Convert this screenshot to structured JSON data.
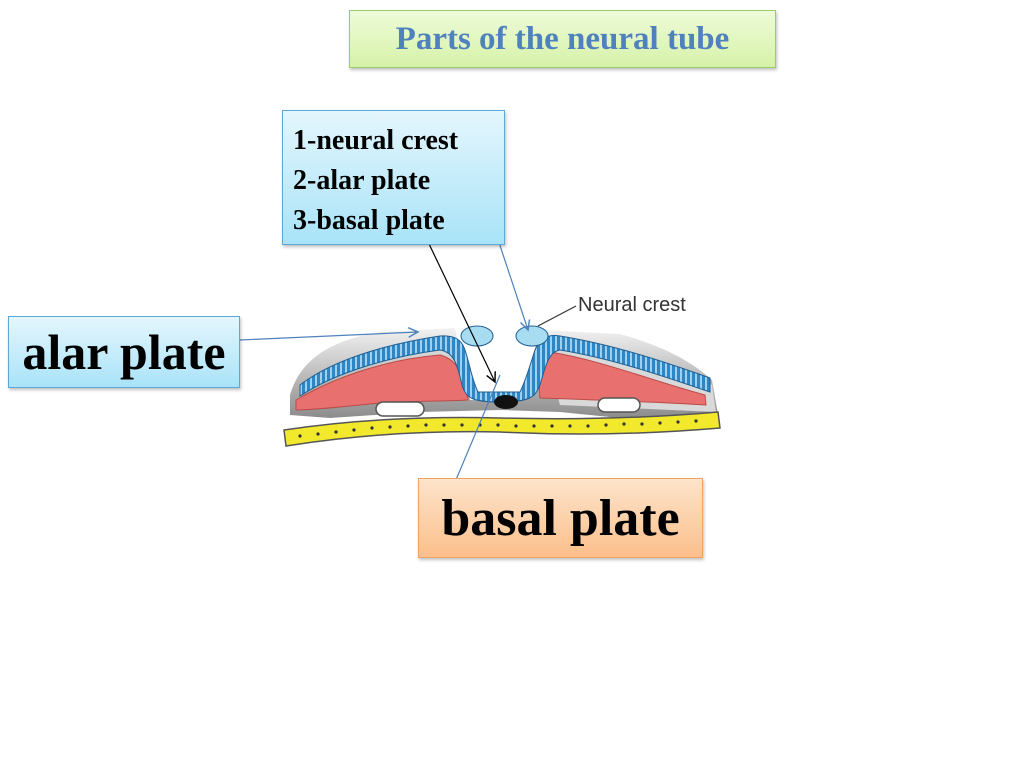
{
  "slide": {
    "title": "Parts of the neural tube",
    "legend": [
      "1-neural crest",
      "2-alar plate",
      "3-basal plate"
    ],
    "callouts": {
      "alar": "alar plate",
      "basal": "basal plate"
    },
    "figure": {
      "neural_crest_label": "Neural crest"
    }
  },
  "colors": {
    "title_text": "#4f81bd",
    "title_fill": "#d6f2a8",
    "legend_fill": "#a9e3f8",
    "basal_fill": "#fbbf8a",
    "neuroepithelium": "#3b8fc7",
    "mesoderm": "#e8716f",
    "endoderm": "#f2e82c"
  }
}
